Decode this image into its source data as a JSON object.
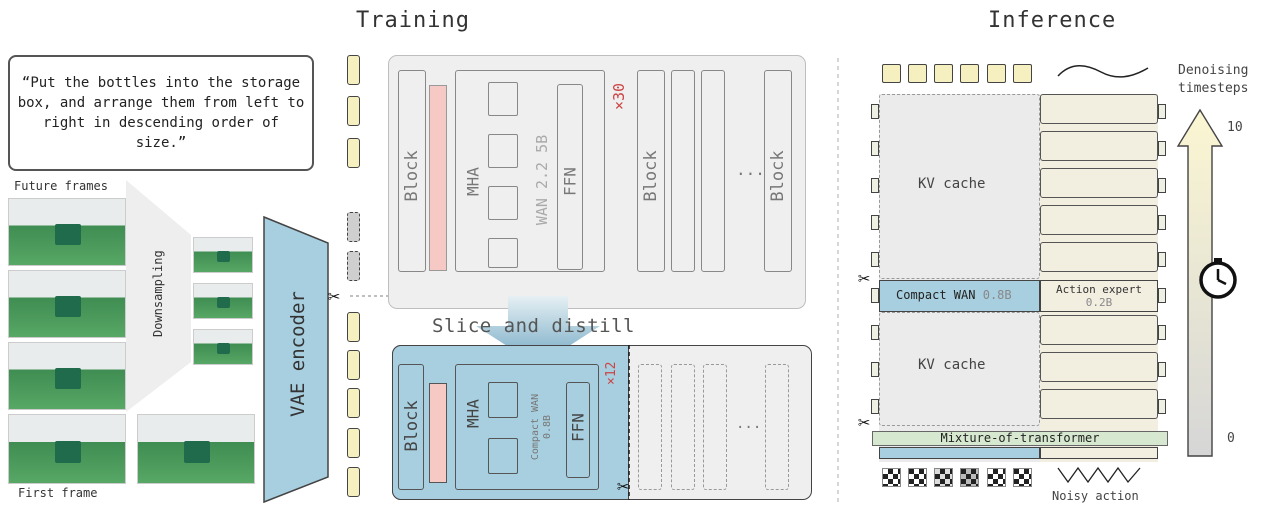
{
  "training": {
    "title": "Training",
    "prompt": "“Put the bottles into the storage box, and arrange them from left to right in descending order of size.”",
    "future_frames": "Future frames",
    "downsampling": "Downsampling",
    "first_frame": "First frame",
    "vae_encoder": "VAE encoder",
    "teacher": {
      "block": "Block",
      "mha": "MHA",
      "model": "WAN 2.2 5B",
      "ffn": "FFN",
      "repeat": "×30",
      "ellipsis": "..."
    },
    "slice_distill": "Slice and distill",
    "student": {
      "block": "Block",
      "mha": "MHA",
      "model": "Compact WAN\n0.8B",
      "ffn": "FFN",
      "repeat": "×12",
      "ellipsis": "..."
    }
  },
  "inference": {
    "title": "Inference",
    "denoising": "Denoising\ntimesteps",
    "t_top": "10",
    "t_bottom": "0",
    "kv_cache": "KV cache",
    "compact_wan": "Compact WAN",
    "compact_wan_size": "0.8B",
    "action_expert": "Action expert",
    "action_expert_size": "0.2B",
    "mot": "Mixture-of-transformer",
    "noisy_action": "Noisy action"
  },
  "colors": {
    "token_yellow": "#f6efbf",
    "blue": "#a8cfdf",
    "pink": "#f7c9c4",
    "green": "#d6e8cf",
    "red_text": "#cc4444",
    "cream": "#f2eee0"
  }
}
